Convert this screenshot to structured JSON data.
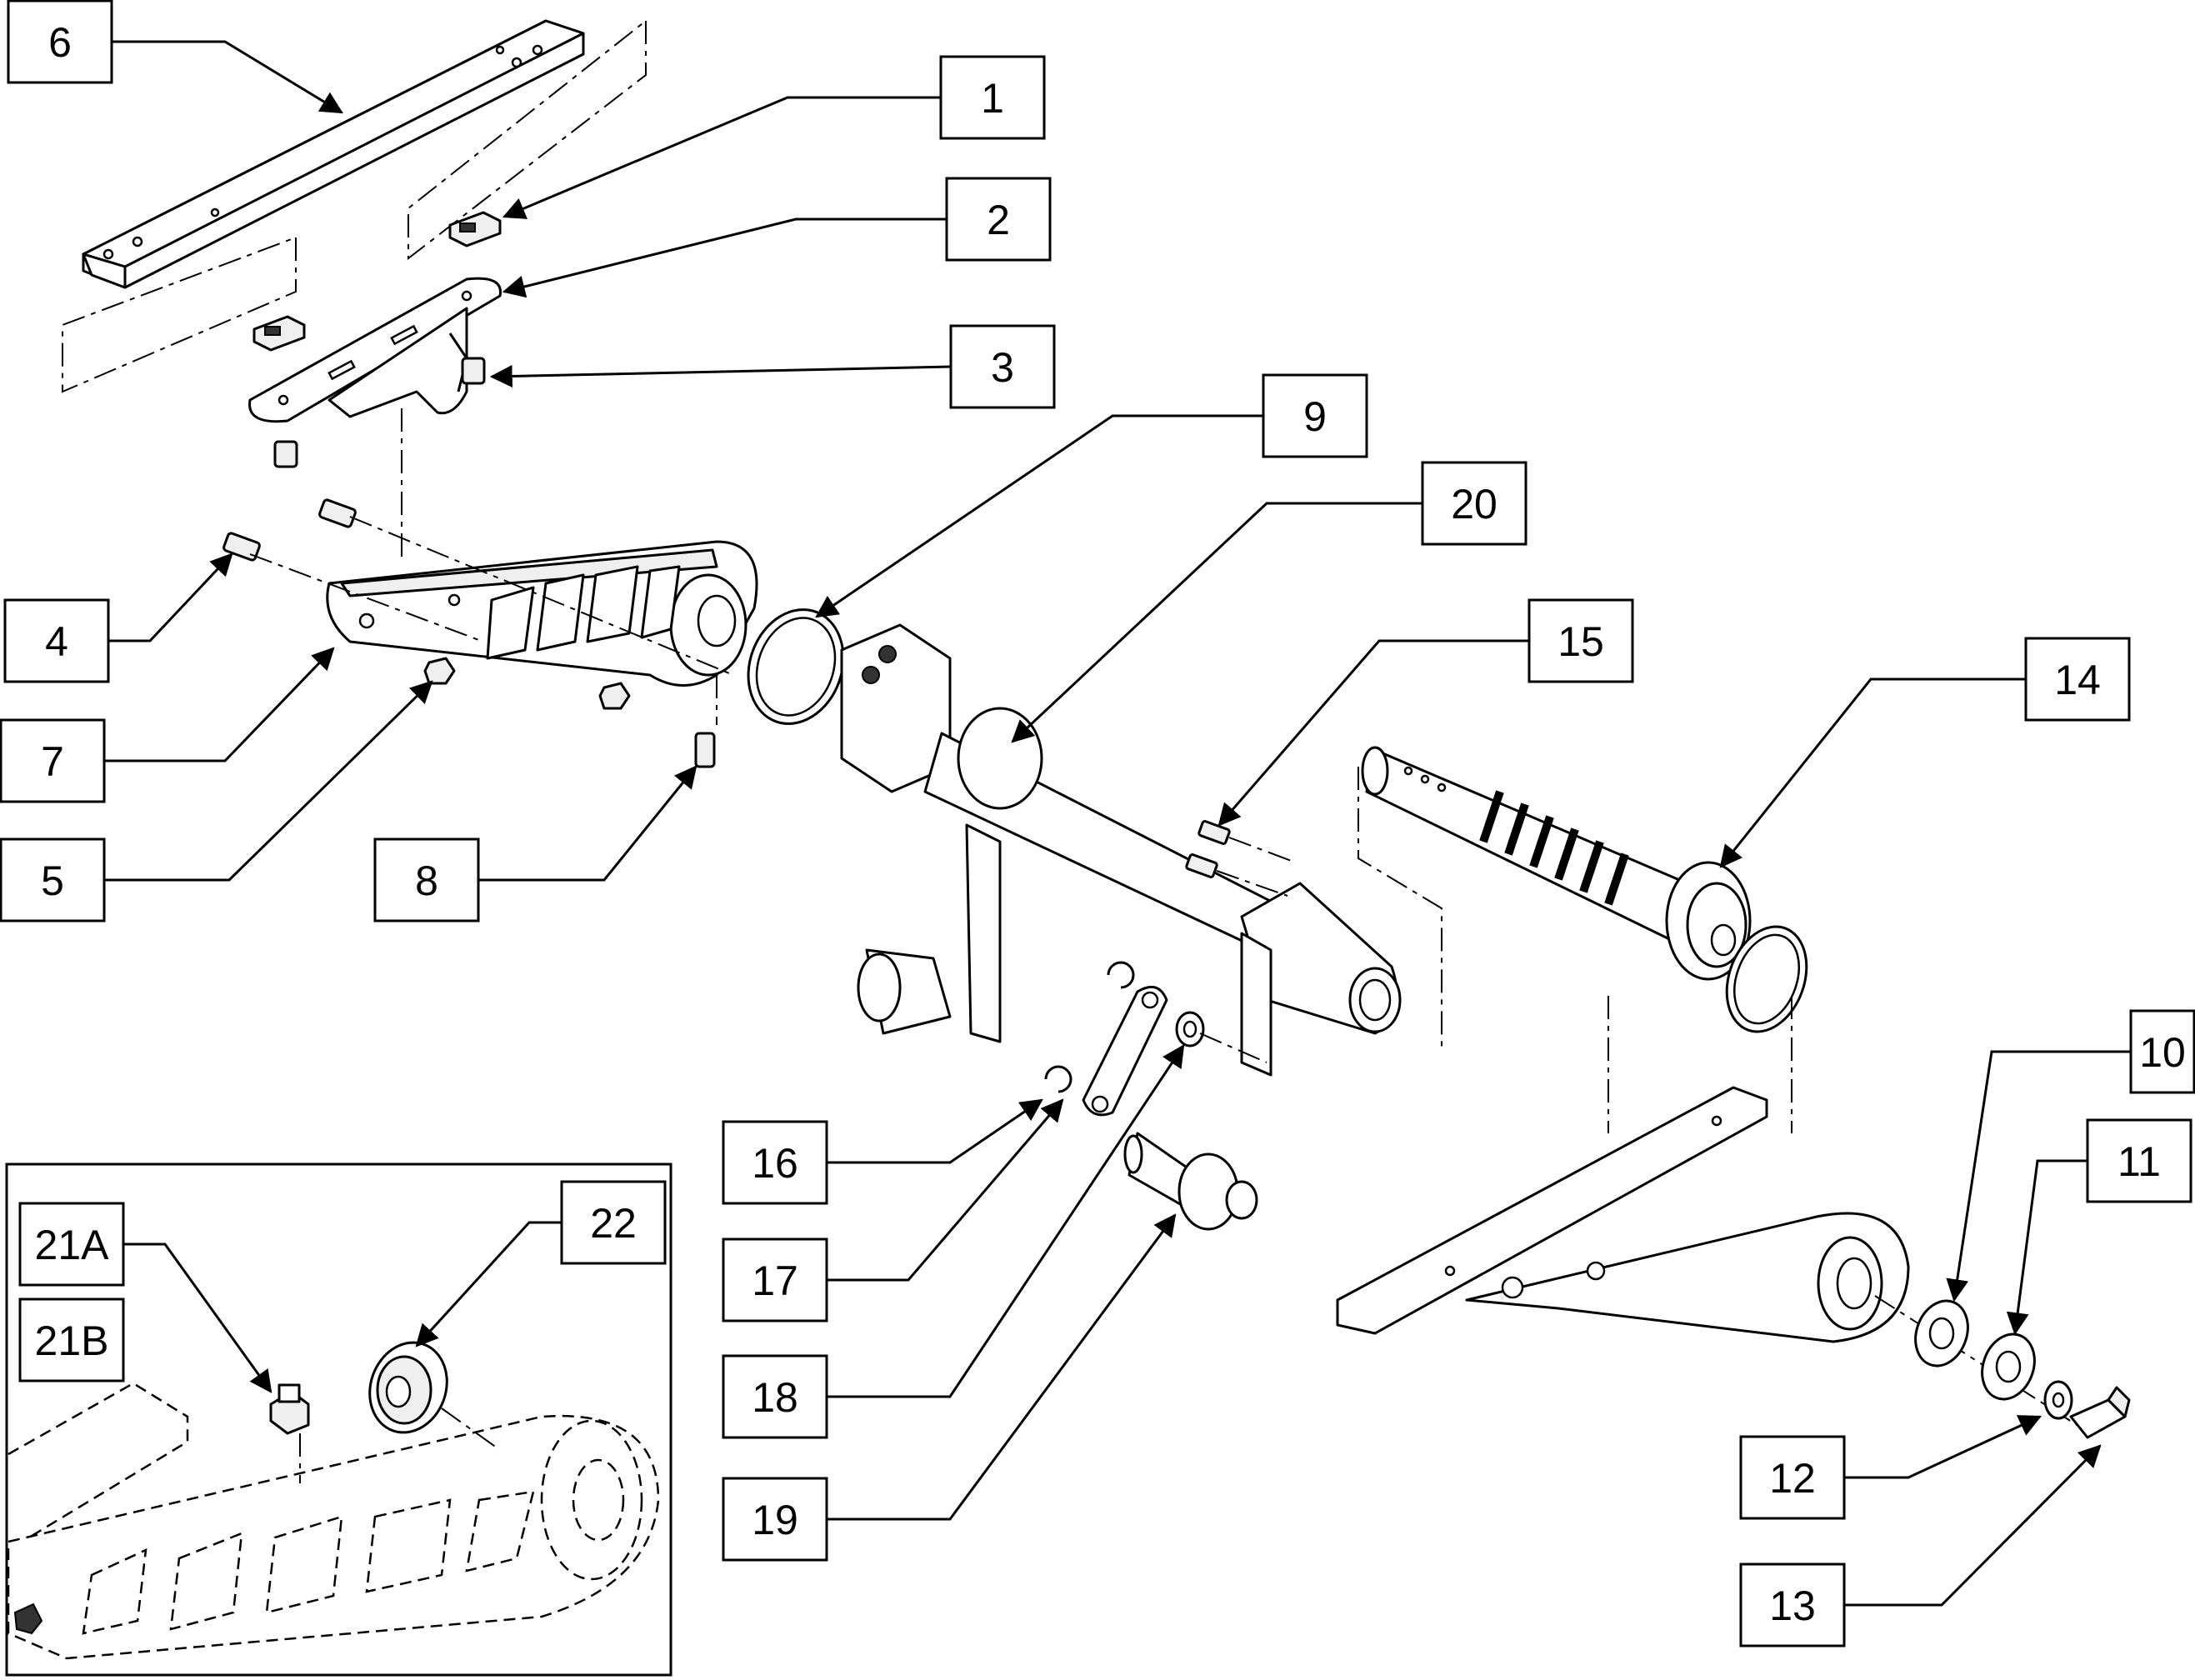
{
  "callouts": {
    "c1": "1",
    "c2": "2",
    "c3": "3",
    "c4": "4",
    "c5": "5",
    "c6": "6",
    "c7": "7",
    "c8": "8",
    "c9": "9",
    "c10": "10",
    "c11": "11",
    "c12": "12",
    "c13": "13",
    "c14": "14",
    "c15": "15",
    "c16": "16",
    "c17": "17",
    "c18": "18",
    "c19": "19",
    "c20": "20",
    "c21a": "21A",
    "c21b": "21B",
    "c22": "22"
  }
}
